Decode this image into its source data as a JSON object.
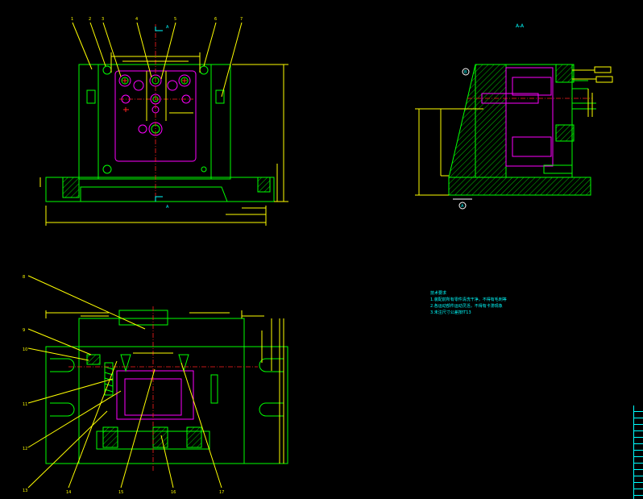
{
  "section_title": "A-A",
  "view_marks": {
    "top_a": "A",
    "bottom_a": "A",
    "b_mark": "B",
    "a_mark": "A"
  },
  "leader_labels_top": [
    "1",
    "2",
    "3",
    "4",
    "5",
    "6",
    "7"
  ],
  "leader_labels_bottom": [
    "8",
    "9",
    "10",
    "11",
    "12",
    "13",
    "14",
    "15",
    "16",
    "17"
  ],
  "notes": {
    "title": "技术要求",
    "lines": [
      "1.装配前所有零件清洗干净，不得有毛刺等",
      "2.各运动部件运动灵活，不得有卡滞现象",
      "3.未注尺寸公差按IT13"
    ]
  },
  "colors": {
    "background": "#000000",
    "outline": "#00ff00",
    "dimension": "#ffff00",
    "part": "#ff00ff",
    "centerline": "#ff2020",
    "note": "#00ffff"
  }
}
